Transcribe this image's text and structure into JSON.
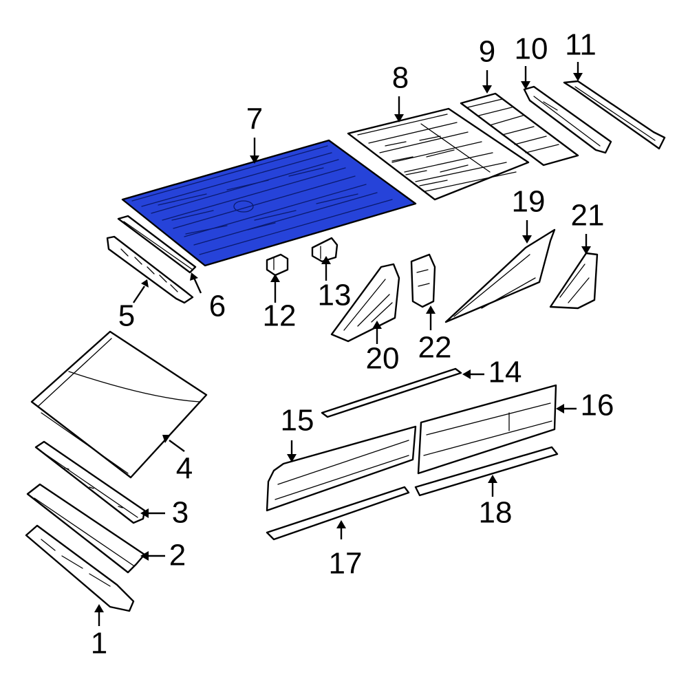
{
  "colors": {
    "highlight": "#2643d9",
    "line": "#000000",
    "background": "#ffffff"
  },
  "highlighted_part": "7",
  "callouts": [
    {
      "id": "c1",
      "label": "1"
    },
    {
      "id": "c2",
      "label": "2"
    },
    {
      "id": "c3",
      "label": "3"
    },
    {
      "id": "c4",
      "label": "4"
    },
    {
      "id": "c5",
      "label": "5"
    },
    {
      "id": "c6",
      "label": "6"
    },
    {
      "id": "c7",
      "label": "7"
    },
    {
      "id": "c8",
      "label": "8"
    },
    {
      "id": "c9",
      "label": "9"
    },
    {
      "id": "c10",
      "label": "10"
    },
    {
      "id": "c11",
      "label": "11"
    },
    {
      "id": "c12",
      "label": "12"
    },
    {
      "id": "c13",
      "label": "13"
    },
    {
      "id": "c14",
      "label": "14"
    },
    {
      "id": "c15",
      "label": "15"
    },
    {
      "id": "c16",
      "label": "16"
    },
    {
      "id": "c17",
      "label": "17"
    },
    {
      "id": "c18",
      "label": "18"
    },
    {
      "id": "c19",
      "label": "19"
    },
    {
      "id": "c20",
      "label": "20"
    },
    {
      "id": "c21",
      "label": "21"
    },
    {
      "id": "c22",
      "label": "22"
    }
  ]
}
